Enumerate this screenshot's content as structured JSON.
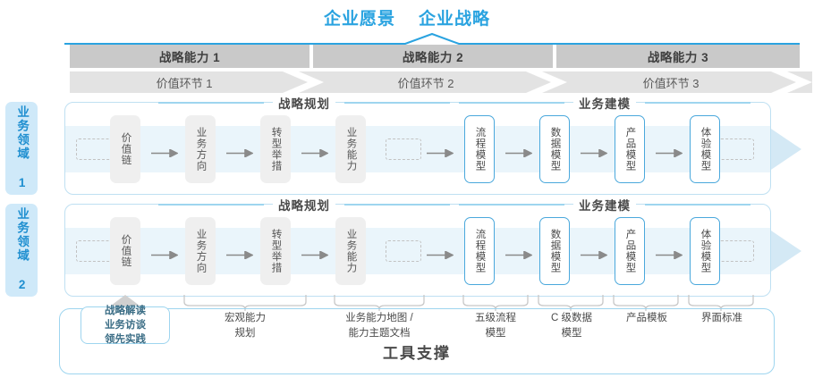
{
  "header": {
    "vision": "企业愿景",
    "strategy": "企业战略"
  },
  "capabilities": [
    {
      "label": "战略能力 1"
    },
    {
      "label": "战略能力 2"
    },
    {
      "label": "战略能力 3"
    }
  ],
  "value_chain": [
    {
      "label": "价值环节 1"
    },
    {
      "label": "价值环节 2"
    },
    {
      "label": "价值环节 3"
    }
  ],
  "domains": [
    {
      "tab_label": "业务领域 1",
      "sections": [
        {
          "title": "战略规划"
        },
        {
          "title": "业务建模"
        }
      ],
      "nodes": [
        {
          "label": "价值链",
          "style": "gray"
        },
        {
          "label": "业务方向",
          "style": "gray"
        },
        {
          "label": "转型举措",
          "style": "gray"
        },
        {
          "label": "业务能力",
          "style": "gray"
        },
        {
          "label": "流程模型",
          "style": "blue"
        },
        {
          "label": "数据模型",
          "style": "blue"
        },
        {
          "label": "产品模型",
          "style": "blue"
        },
        {
          "label": "体验模型",
          "style": "blue"
        }
      ]
    },
    {
      "tab_label": "业务领域 2",
      "sections": [
        {
          "title": "战略规划"
        },
        {
          "title": "业务建模"
        }
      ],
      "nodes": [
        {
          "label": "价值链",
          "style": "gray"
        },
        {
          "label": "业务方向",
          "style": "gray"
        },
        {
          "label": "转型举措",
          "style": "gray"
        },
        {
          "label": "业务能力",
          "style": "gray"
        },
        {
          "label": "流程模型",
          "style": "blue"
        },
        {
          "label": "数据模型",
          "style": "blue"
        },
        {
          "label": "产品模型",
          "style": "blue"
        },
        {
          "label": "体验模型",
          "style": "blue"
        }
      ]
    }
  ],
  "tools": {
    "boxed": {
      "label": "战略解读\n业务访谈\n领先实践"
    },
    "labels": [
      {
        "label": "宏观能力\n规划"
      },
      {
        "label": "业务能力地图 /\n能力主题文档"
      },
      {
        "label": "五级流程\n模型"
      },
      {
        "label": "C 级数据\n模型"
      },
      {
        "label": "产品模板"
      },
      {
        "label": "界面标准"
      }
    ],
    "support_title": "工具支撑"
  },
  "colors": {
    "accent_blue": "#2aa3e0",
    "node_blue_border": "#4aa8dc",
    "cap_bar_gray": "#c9c9c9",
    "vc_bar_gray": "#e3e3e3",
    "band_blue": "#eaf5fb",
    "tab_blue": "#cfe9f9"
  }
}
